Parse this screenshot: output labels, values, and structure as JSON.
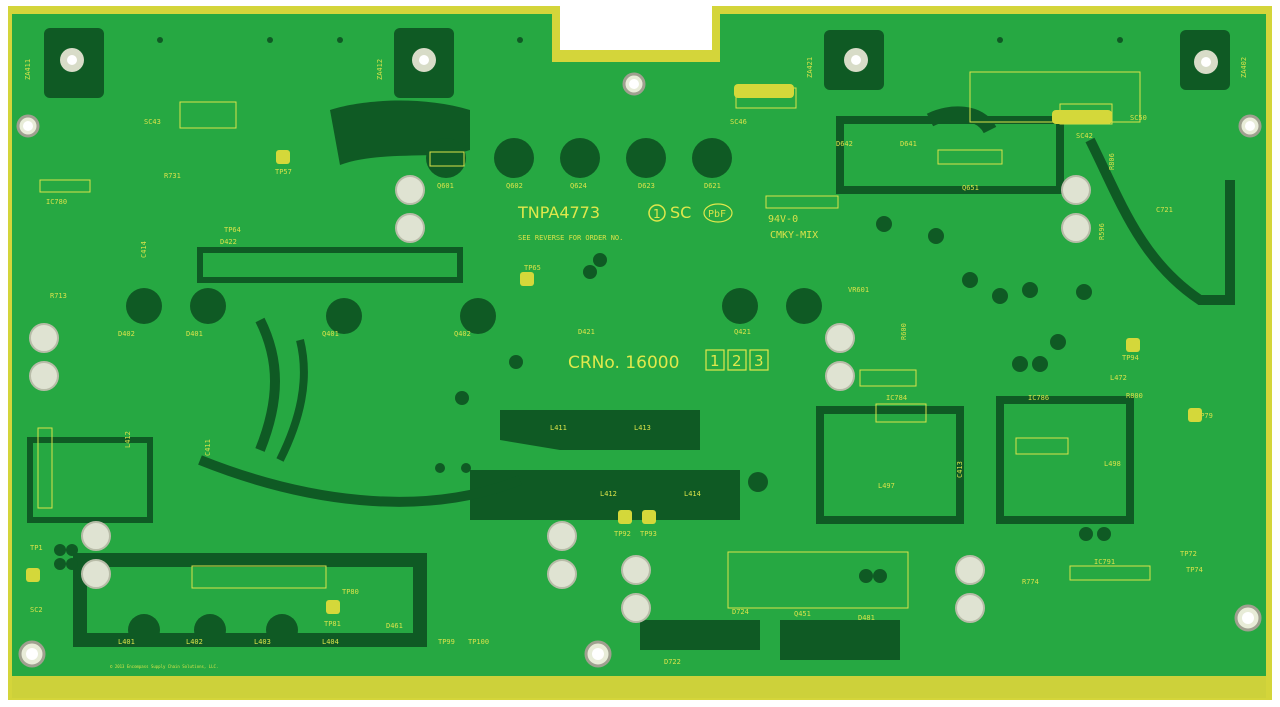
{
  "board": {
    "part_number": "TNPA4773",
    "revision_mark": "1",
    "side_code": "SC",
    "pbf_mark": "PbF",
    "order_note": "SEE REVERSE FOR ORDER NO.",
    "flammability": "94V-0",
    "color_code": "CMKY-MIX",
    "crn_label": "CRNo. 16000",
    "crn_boxes": [
      "1",
      "2",
      "3"
    ],
    "copyright": "© 2013 Encompass Supply Chain Solutions, LLC."
  },
  "refdes": [
    "ZA411",
    "ZA412",
    "ZA421",
    "ZA402",
    "SC43",
    "SC46",
    "SC42",
    "SC50",
    "TP57",
    "TP64",
    "TP65",
    "Q601",
    "Q602",
    "Q624",
    "D623",
    "D621",
    "D642",
    "D641",
    "Q651",
    "R731",
    "IC780",
    "R713",
    "C414",
    "D402",
    "D401",
    "Q401",
    "Q402",
    "D421",
    "D422",
    "Q421",
    "VR601",
    "R600",
    "L472",
    "TP94",
    "L411",
    "L413",
    "L412",
    "L414",
    "TP92",
    "TP93",
    "IC784",
    "IC786",
    "L497",
    "L498",
    "C413",
    "C411",
    "L401",
    "L402",
    "L403",
    "L404",
    "D461",
    "TP80",
    "TP81",
    "TP99",
    "TP100",
    "D724",
    "Q451",
    "D481",
    "D722",
    "R774",
    "TP72",
    "TP74",
    "IC791",
    "SC2",
    "TP1",
    "L412",
    "R806",
    "R596",
    "C721",
    "R800",
    "TP79"
  ],
  "colors": {
    "substrate": "#1f9a3e",
    "copper": "#2cb84a",
    "edge_gold": "#d7d93e",
    "trace_dark": "#0f5a24",
    "silkscreen": "#d8e24a",
    "pad": "#e8ecd8"
  }
}
